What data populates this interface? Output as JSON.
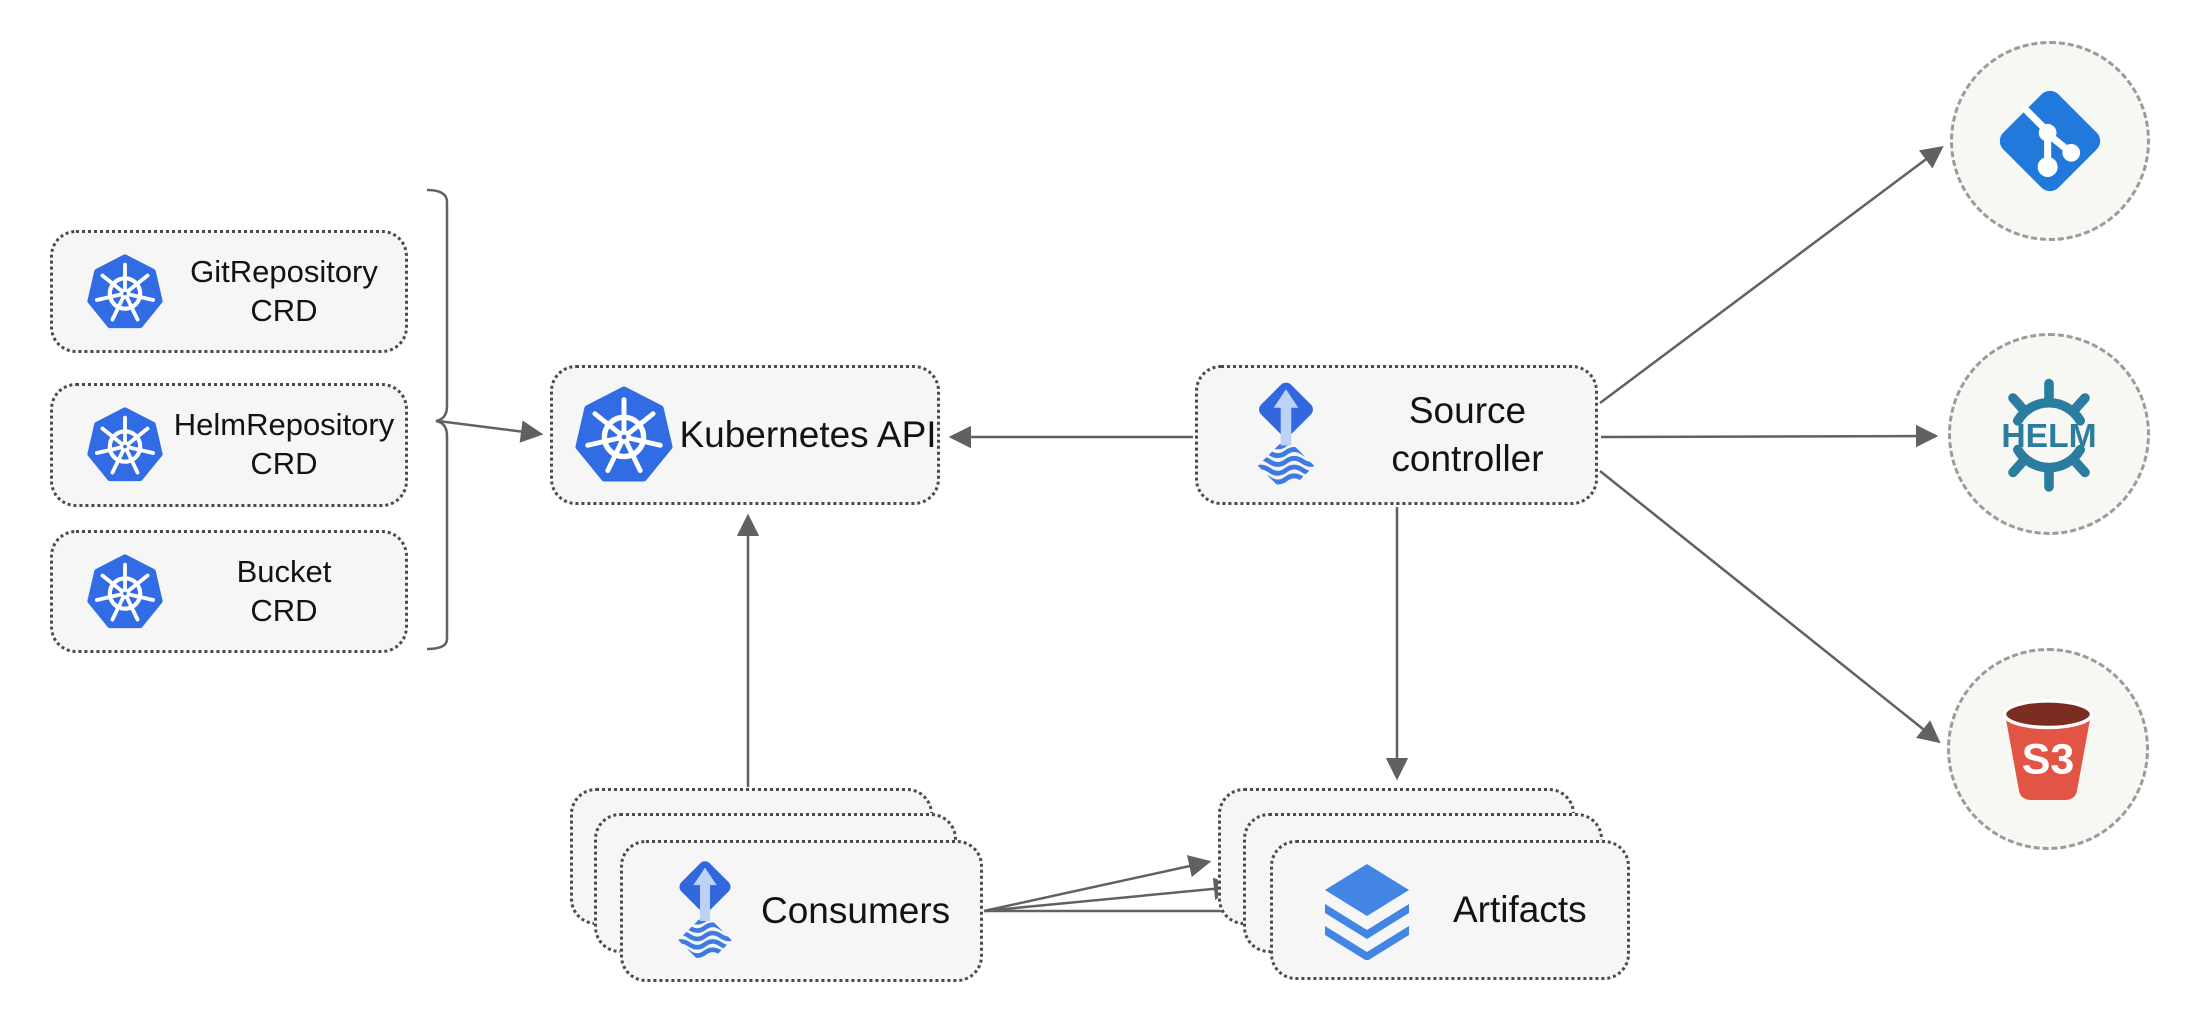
{
  "diagram": {
    "name": "source-controller-architecture",
    "nodes": {
      "crds": [
        {
          "label": "GitRepository\nCRD",
          "icon": "kubernetes-icon"
        },
        {
          "label": "HelmRepository\nCRD",
          "icon": "kubernetes-icon"
        },
        {
          "label": "Bucket\nCRD",
          "icon": "kubernetes-icon"
        }
      ],
      "kubernetes_api": {
        "label": "Kubernetes API",
        "icon": "kubernetes-icon"
      },
      "source_controller": {
        "label": "Source\ncontroller",
        "icon": "flux-icon"
      },
      "consumers": {
        "label": "Consumers",
        "icon": "flux-icon",
        "stacked": 3
      },
      "artifacts": {
        "label": "Artifacts",
        "icon": "layers-icon",
        "stacked": 3
      },
      "endpoints": [
        {
          "icon": "git-icon",
          "text": ""
        },
        {
          "icon": "helm-icon",
          "text": "HELM"
        },
        {
          "icon": "s3-icon",
          "text": "S3"
        }
      ]
    },
    "edges": [
      {
        "from": "crds-bracket",
        "to": "kubernetes_api",
        "arrow": true
      },
      {
        "from": "source_controller",
        "to": "kubernetes_api",
        "arrow": true
      },
      {
        "from": "consumers",
        "to": "kubernetes_api",
        "arrow": true
      },
      {
        "from": "source_controller",
        "to": "artifacts",
        "arrow": true
      },
      {
        "from": "source_controller",
        "to": "git-endpoint",
        "arrow": true
      },
      {
        "from": "source_controller",
        "to": "helm-endpoint",
        "arrow": true
      },
      {
        "from": "source_controller",
        "to": "s3-endpoint",
        "arrow": true
      },
      {
        "from": "consumers",
        "to": "artifacts-layer-1",
        "arrow": true
      },
      {
        "from": "consumers",
        "to": "artifacts-layer-2",
        "arrow": true
      },
      {
        "from": "consumers",
        "to": "artifacts-layer-3",
        "arrow": true
      }
    ],
    "colors": {
      "kubernetes_blue": "#326CE5",
      "flux_blue": "#3268DE",
      "flux_arrow_light": "#BCD2F6",
      "flux_stripe_blue": "#3D7BE3",
      "git_blue": "#2079DB",
      "layers_blue": "#4285E5",
      "helm_teal": "#2A7D9E",
      "s3_red": "#E25444",
      "s3_dark_red": "#7B2D21",
      "box_fill": "#F5F6F5",
      "box_border": "#4A4A4A",
      "circle_border": "#9B9B9B",
      "connector_gray": "#616161",
      "text_color": "#131313"
    }
  }
}
